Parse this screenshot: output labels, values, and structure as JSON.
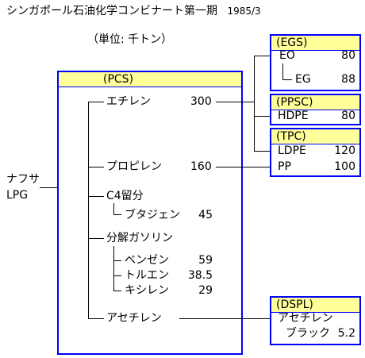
{
  "title": "シンガポール石油化学コンビナート第一期",
  "date": "1985/3",
  "unit": "（単位: 千トン）",
  "feed": {
    "line1": "ナフサ",
    "line2": "LPG"
  },
  "pcs": {
    "label": "(PCS)",
    "ethylene": {
      "name": "エチレン",
      "value": "300"
    },
    "propylene": {
      "name": "プロピレン",
      "value": "160"
    },
    "c4": {
      "name": "C4留分"
    },
    "butadiene": {
      "name": "ブタジェン",
      "value": "45"
    },
    "pygas": {
      "name": "分解ガソリン"
    },
    "benzene": {
      "name": "ベンゼン",
      "value": "59"
    },
    "toluene": {
      "name": "トルエン",
      "value": "38.5"
    },
    "xylene": {
      "name": "キシレン",
      "value": "29"
    },
    "acetylene": {
      "name": "アセチレン"
    }
  },
  "egs": {
    "label": "(EGS)",
    "eo": {
      "name": "EO",
      "value": "80"
    },
    "eg": {
      "name": "EG",
      "value": "88"
    }
  },
  "ppsc": {
    "label": "(PPSC)",
    "hdpe": {
      "name": "HDPE",
      "value": "80"
    }
  },
  "tpc": {
    "label": "(TPC)",
    "ldpe": {
      "name": "LDPE",
      "value": "120"
    },
    "pp": {
      "name": "PP",
      "value": "100"
    }
  },
  "dspl": {
    "label": "(DSPL)",
    "acetylene": {
      "name": "アセチレン"
    },
    "black": {
      "name": "ブラック",
      "value": "5.2"
    }
  }
}
